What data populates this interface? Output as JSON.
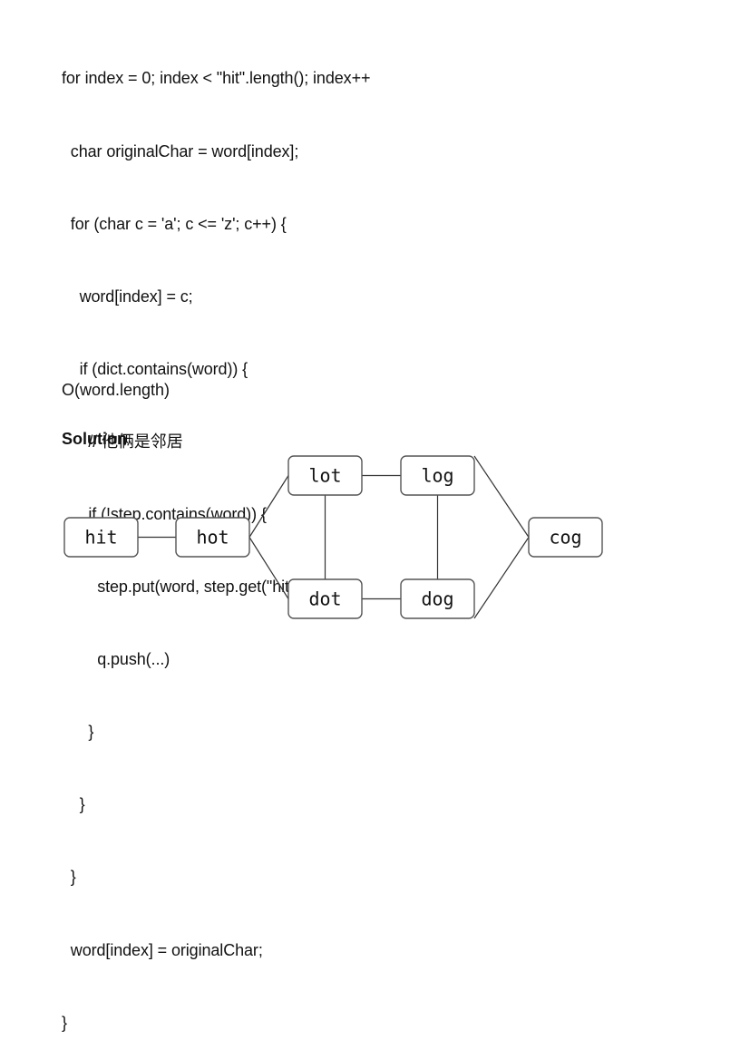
{
  "code": {
    "lines": [
      "for index = 0; index < \"hit\".length(); index++",
      "  char originalChar = word[index];",
      "  for (char c = 'a'; c <= 'z'; c++) {",
      "    word[index] = c;",
      "    if (dict.contains(word)) {",
      "      // 他俩是邻居",
      "      if (!step.contains(word)) {",
      "        step.put(word, step.get(\"hit\") + 1);",
      "        q.push(...)",
      "      }",
      "    }",
      "  }",
      "  word[index] = originalChar;",
      "}"
    ]
  },
  "complexity": "O(word.length)",
  "solution_heading": "Solution",
  "graph": {
    "nodes": [
      "hit",
      "hot",
      "lot",
      "dot",
      "log",
      "dog",
      "cog"
    ],
    "edges": [
      [
        "hit",
        "hot"
      ],
      [
        "hot",
        "lot"
      ],
      [
        "hot",
        "dot"
      ],
      [
        "lot",
        "dot"
      ],
      [
        "lot",
        "log"
      ],
      [
        "dot",
        "dog"
      ],
      [
        "log",
        "dog"
      ],
      [
        "log",
        "cog"
      ],
      [
        "dog",
        "cog"
      ]
    ]
  }
}
